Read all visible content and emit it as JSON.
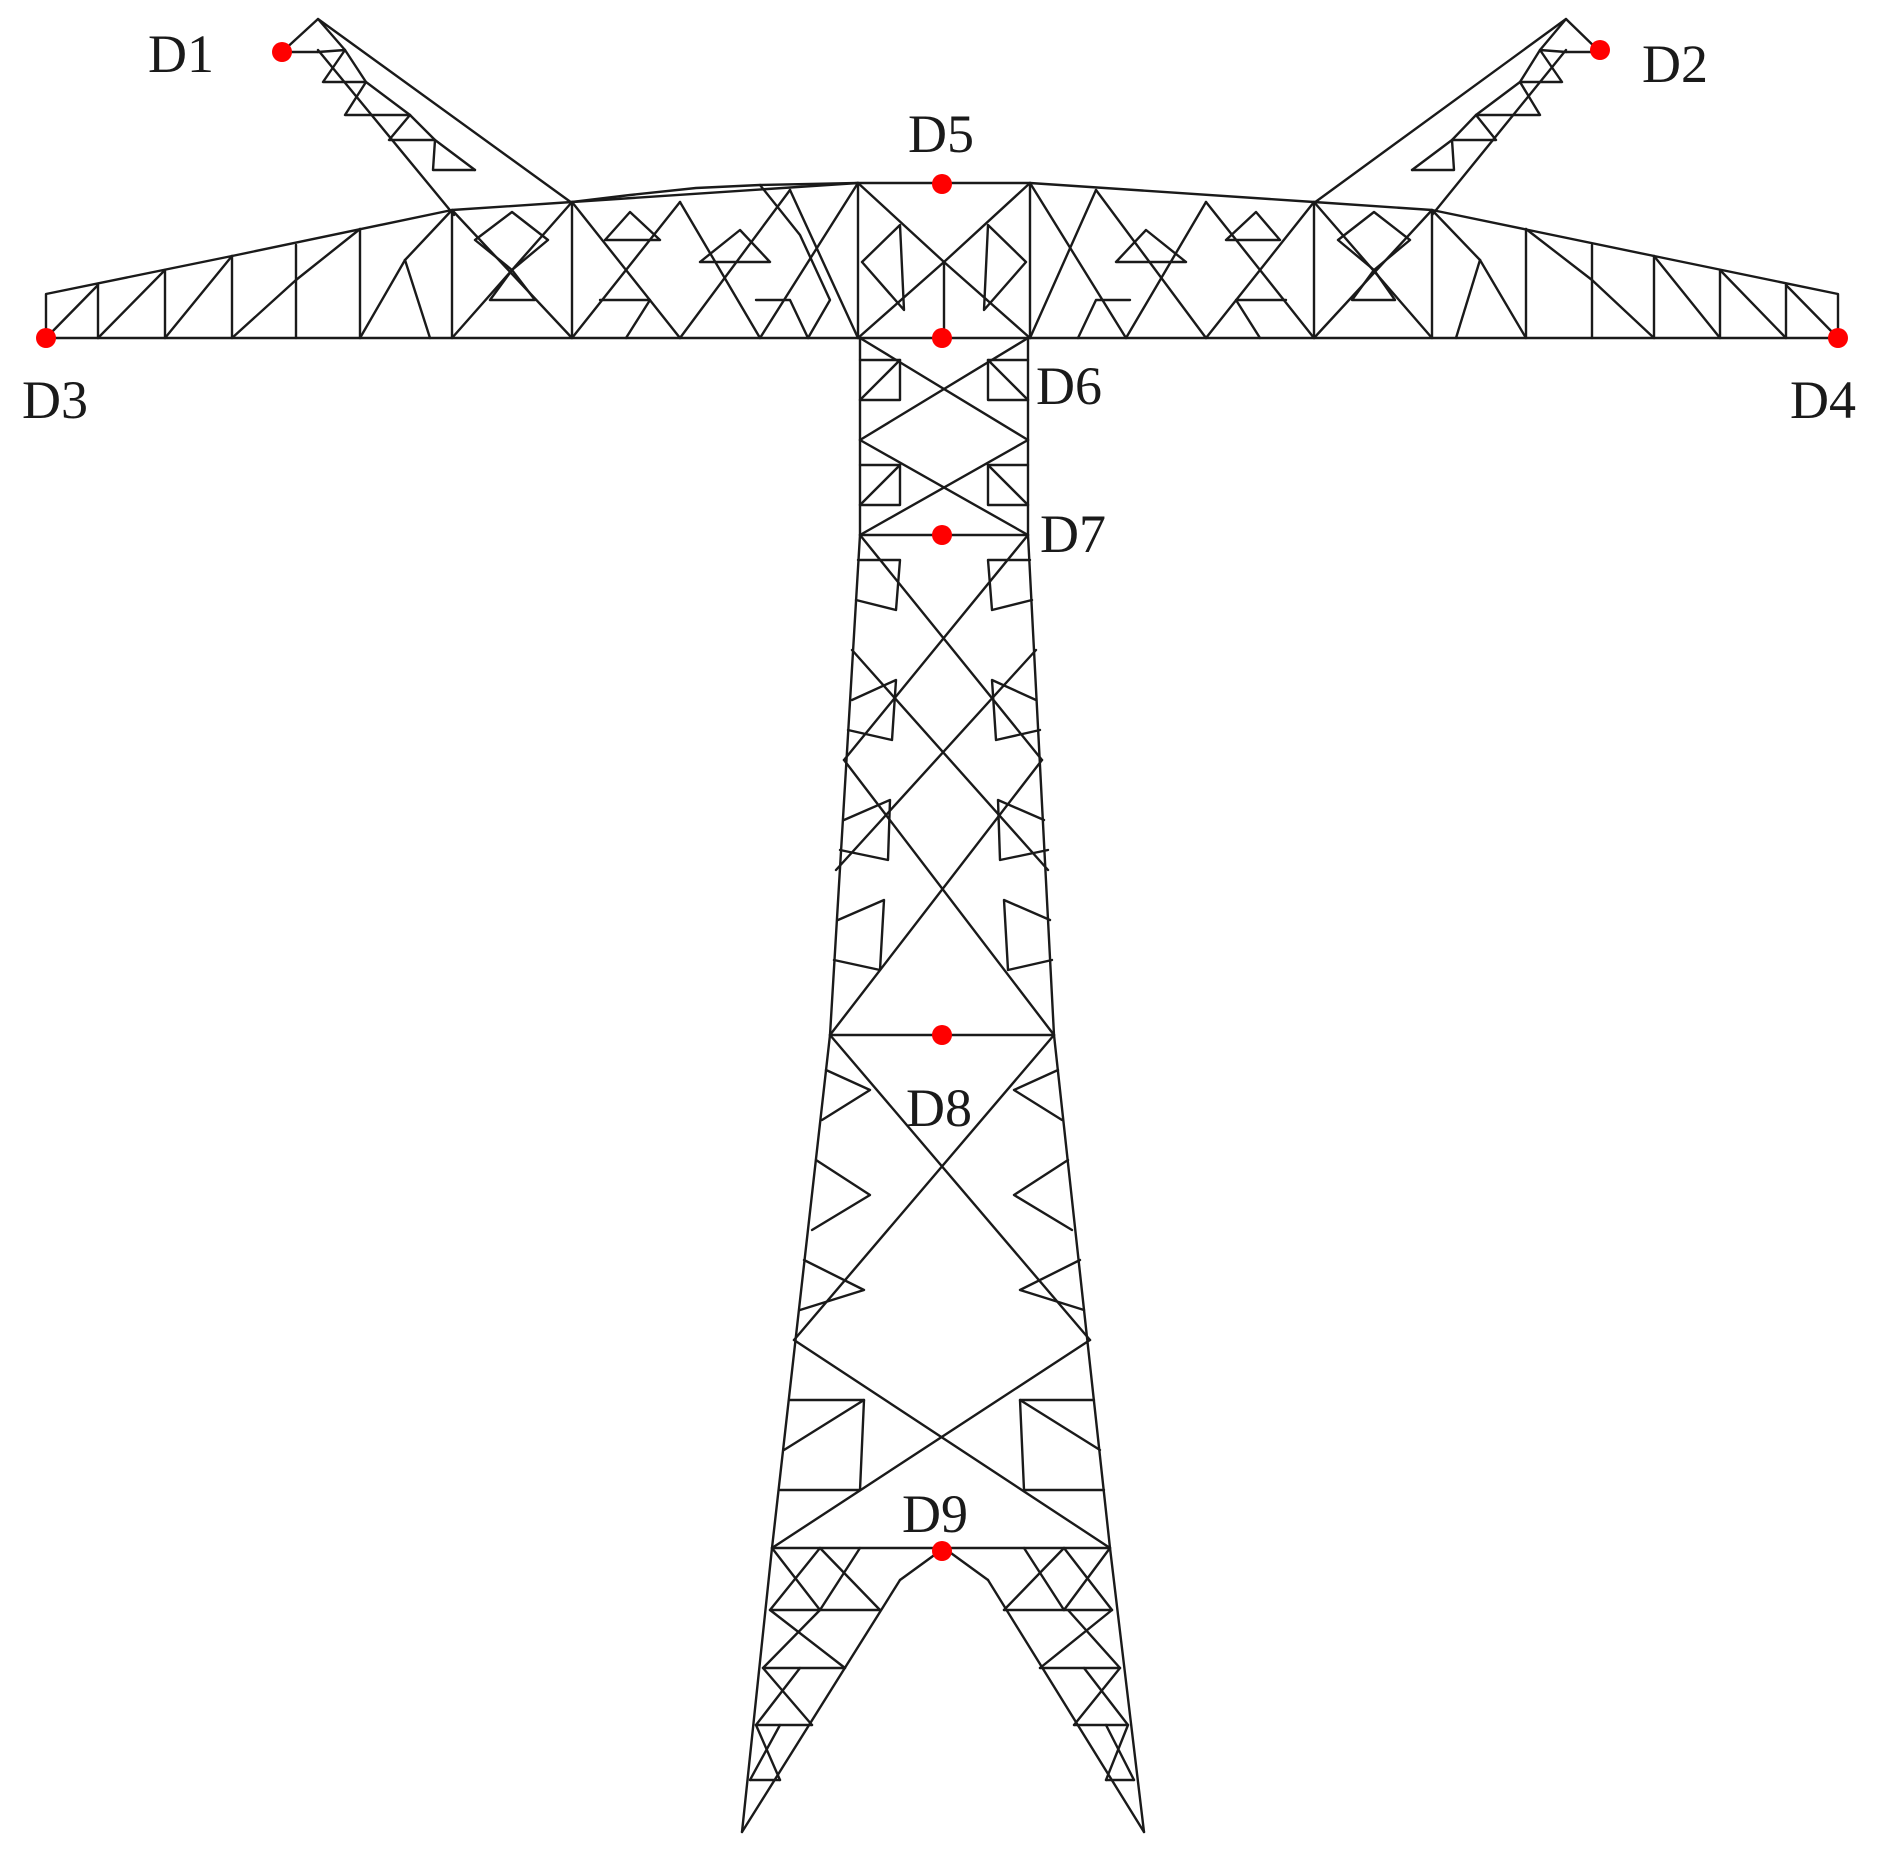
{
  "colors": {
    "members": "#1a1a1a",
    "nodes": "#ff0000",
    "background": "#ffffff"
  },
  "labels": {
    "D1": "D1",
    "D2": "D2",
    "D3": "D3",
    "D4": "D4",
    "D5": "D5",
    "D6": "D6",
    "D7": "D7",
    "D8": "D8",
    "D9": "D9"
  }
}
